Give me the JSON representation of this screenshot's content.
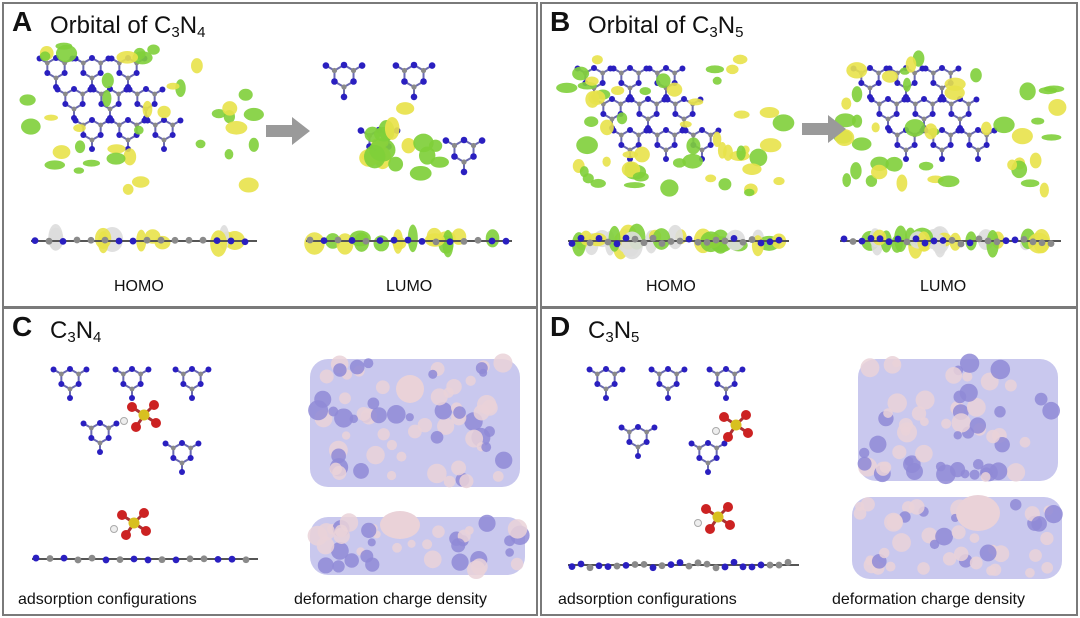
{
  "panels": {
    "a": {
      "letter": "A",
      "title_main": "Orbital of C",
      "sub1": "3",
      "mid": "N",
      "sub2": "4",
      "left_caption": "HOMO",
      "right_caption": "LUMO"
    },
    "b": {
      "letter": "B",
      "title_main": "Orbital of C",
      "sub1": "3",
      "mid": "N",
      "sub2": "5",
      "left_caption": "HOMO",
      "right_caption": "LUMO"
    },
    "c": {
      "letter": "C",
      "title_main": "C",
      "sub1": "3",
      "mid": "N",
      "sub2": "4",
      "left_caption": "adsorption configurations",
      "right_caption": "deformation charge density"
    },
    "d": {
      "letter": "D",
      "title_main": "C",
      "sub1": "3",
      "mid": "N",
      "sub2": "5",
      "left_caption": "adsorption configurations",
      "right_caption": "deformation charge density"
    }
  },
  "colors": {
    "nitrogen": "#2a1fc0",
    "carbon": "#8a8a8a",
    "orbital_yellow": "#e8e24a",
    "orbital_green": "#7fcf3a",
    "charge_lilac": "#9c9ae0",
    "charge_pink": "#ead2d8",
    "oxygen": "#cc2222",
    "sulfur": "#d8c020",
    "arrow": "#9a9a9a"
  }
}
